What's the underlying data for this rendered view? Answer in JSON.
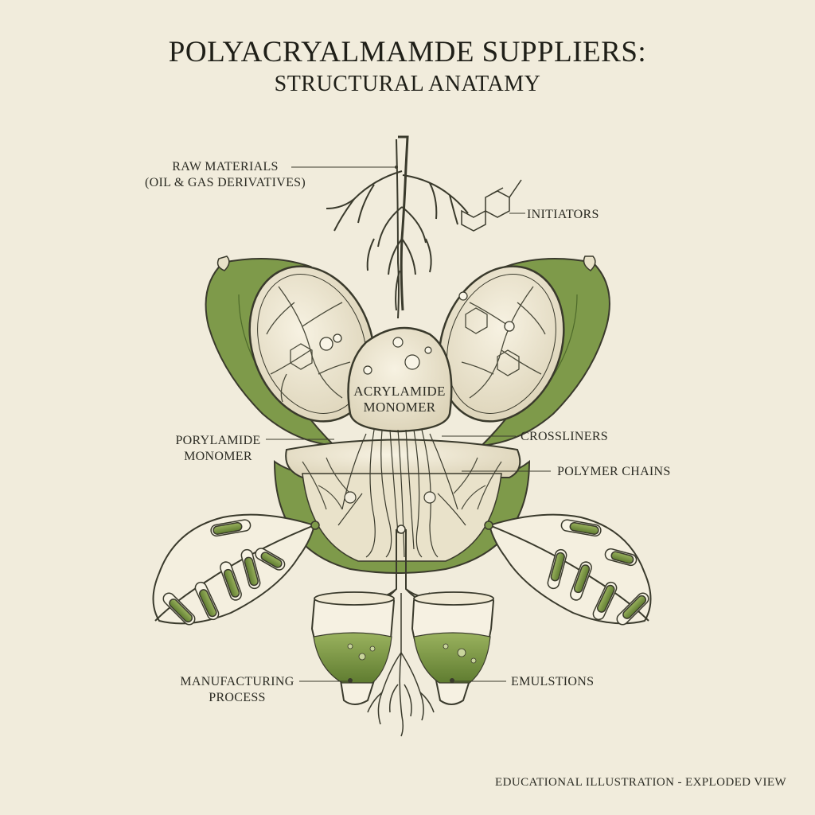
{
  "title": "POLYACRYALMAMDE SUPPLIERS:",
  "subtitle": "STRUCTURAL ANATAMY",
  "labels": {
    "raw_materials": [
      "RAW MATERIALS",
      "(OIL & GAS DERIVATIVES)"
    ],
    "initiators": "INITIATORS",
    "acrylamide_monomer": [
      "ACRYLAMIDE",
      "MONOMER"
    ],
    "porylamide_monomer": [
      "PORYLAMIDE",
      "MONOMER"
    ],
    "crossliners": "CROSSLINERS",
    "polymer_chains": "POLYMER CHAINS",
    "manufacturing_process": [
      "MANUFACTURING",
      "PROCESS"
    ],
    "emulstions": "EMULSTIONS"
  },
  "footer": "EDUCATIONAL ILLUSTRATION - EXPLODED VIEW",
  "colors": {
    "background": "#f1ecdc",
    "leaf_green": "#7e9a4a",
    "dark_green": "#4e6a2a",
    "cream": "#efe8d3",
    "ink": "#3a3a2c"
  }
}
